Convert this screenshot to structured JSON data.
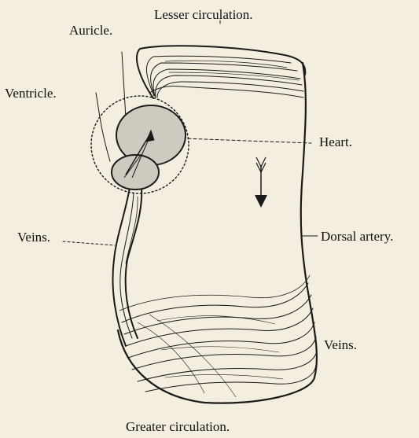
{
  "labels": {
    "lesser_circulation": "Lesser circulation.",
    "auricle": "Auricle.",
    "ventricle": "Ventricle.",
    "heart": "Heart.",
    "veins_left": "Veins.",
    "dorsal_artery": "Dorsal artery.",
    "veins_right": "Veins.",
    "greater_circulation": "Greater circulation."
  },
  "colors": {
    "background": "#f3eedf",
    "ink": "#1a1a1a",
    "heart_fill": "#cfcac0"
  }
}
